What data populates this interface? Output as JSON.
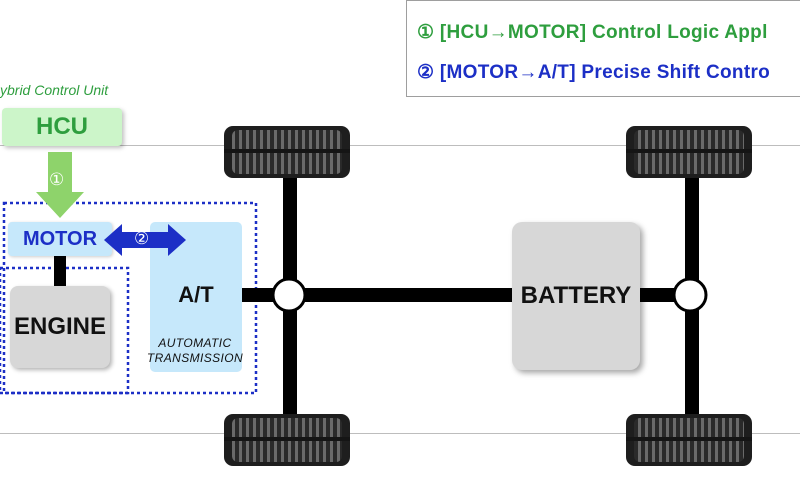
{
  "legend": {
    "line1": "① [HCU→MOTOR] Control Logic Appl",
    "line2": "② [MOTOR→A/T] Precise Shift Contro",
    "line1_color": "#2e9e3e",
    "line2_color": "#1c2fc6"
  },
  "hcu": {
    "caption": "ybrid Control Unit",
    "label": "HCU",
    "color": "#2e9e3e",
    "fill": "#ccf5c9"
  },
  "motor": {
    "label": "MOTOR",
    "color": "#1c2fc6",
    "fill": "#c6e8fb"
  },
  "engine": {
    "label": "ENGINE"
  },
  "transmission": {
    "label": "A/T",
    "caption_line1": "AUTOMATIC",
    "caption_line2": "TRANSMISSION"
  },
  "battery": {
    "label": "BATTERY"
  },
  "steps": {
    "step1": "①",
    "step2": "②"
  },
  "icons": [
    "tire-icon",
    "arrow-down-icon",
    "double-arrow-icon",
    "joint-icon"
  ]
}
